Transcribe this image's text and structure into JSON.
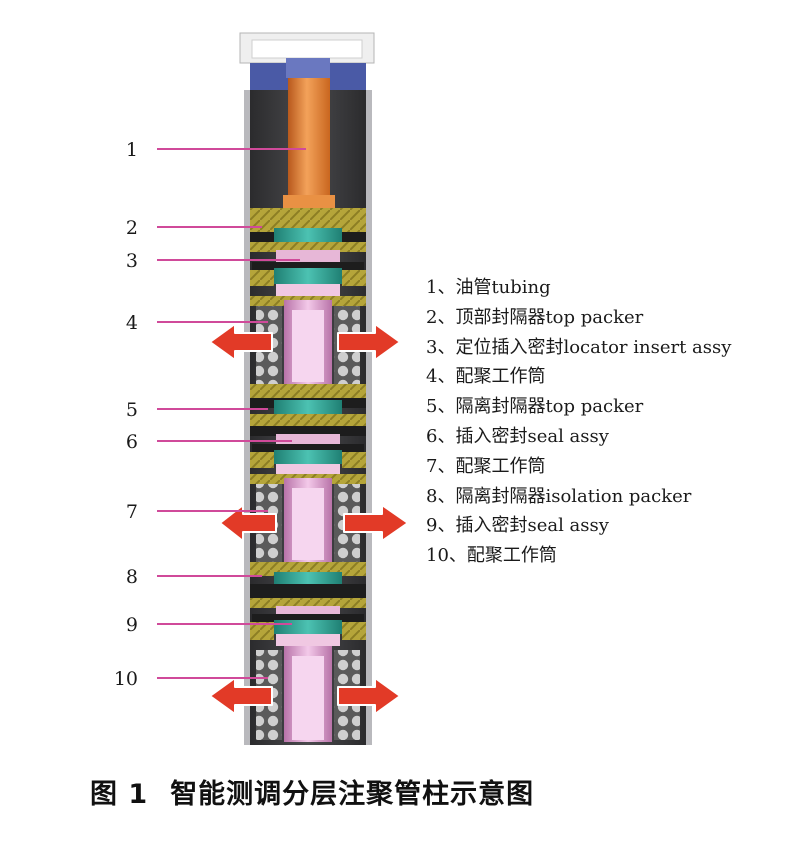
{
  "caption": {
    "figure_no": "图 1",
    "title": "智能测调分层注聚管柱示意图"
  },
  "callouts": [
    "1",
    "2",
    "3",
    "4",
    "5",
    "6",
    "7",
    "8",
    "9",
    "10"
  ],
  "legend": [
    "1、油管tubing",
    "2、顶部封隔器top packer",
    "3、定位插入密封locator insert assy",
    "4、配聚工作筒",
    "5、隔离封隔器top packer",
    "6、插入密封seal assy",
    "7、配聚工作筒",
    "8、隔离封隔器isolation packer",
    "9、插入密封seal assy",
    "10、配聚工作筒"
  ],
  "colors": {
    "casing": "#3a3a3c",
    "tubing": "#e8893a",
    "packer": "#c8b84a",
    "seal": "#2fa394",
    "band": "#1d1d1d",
    "mandrel": "#e7a9d6",
    "cage": "#a9a9a9",
    "arrow": "#e23a27",
    "leader": "#d04a9a"
  }
}
